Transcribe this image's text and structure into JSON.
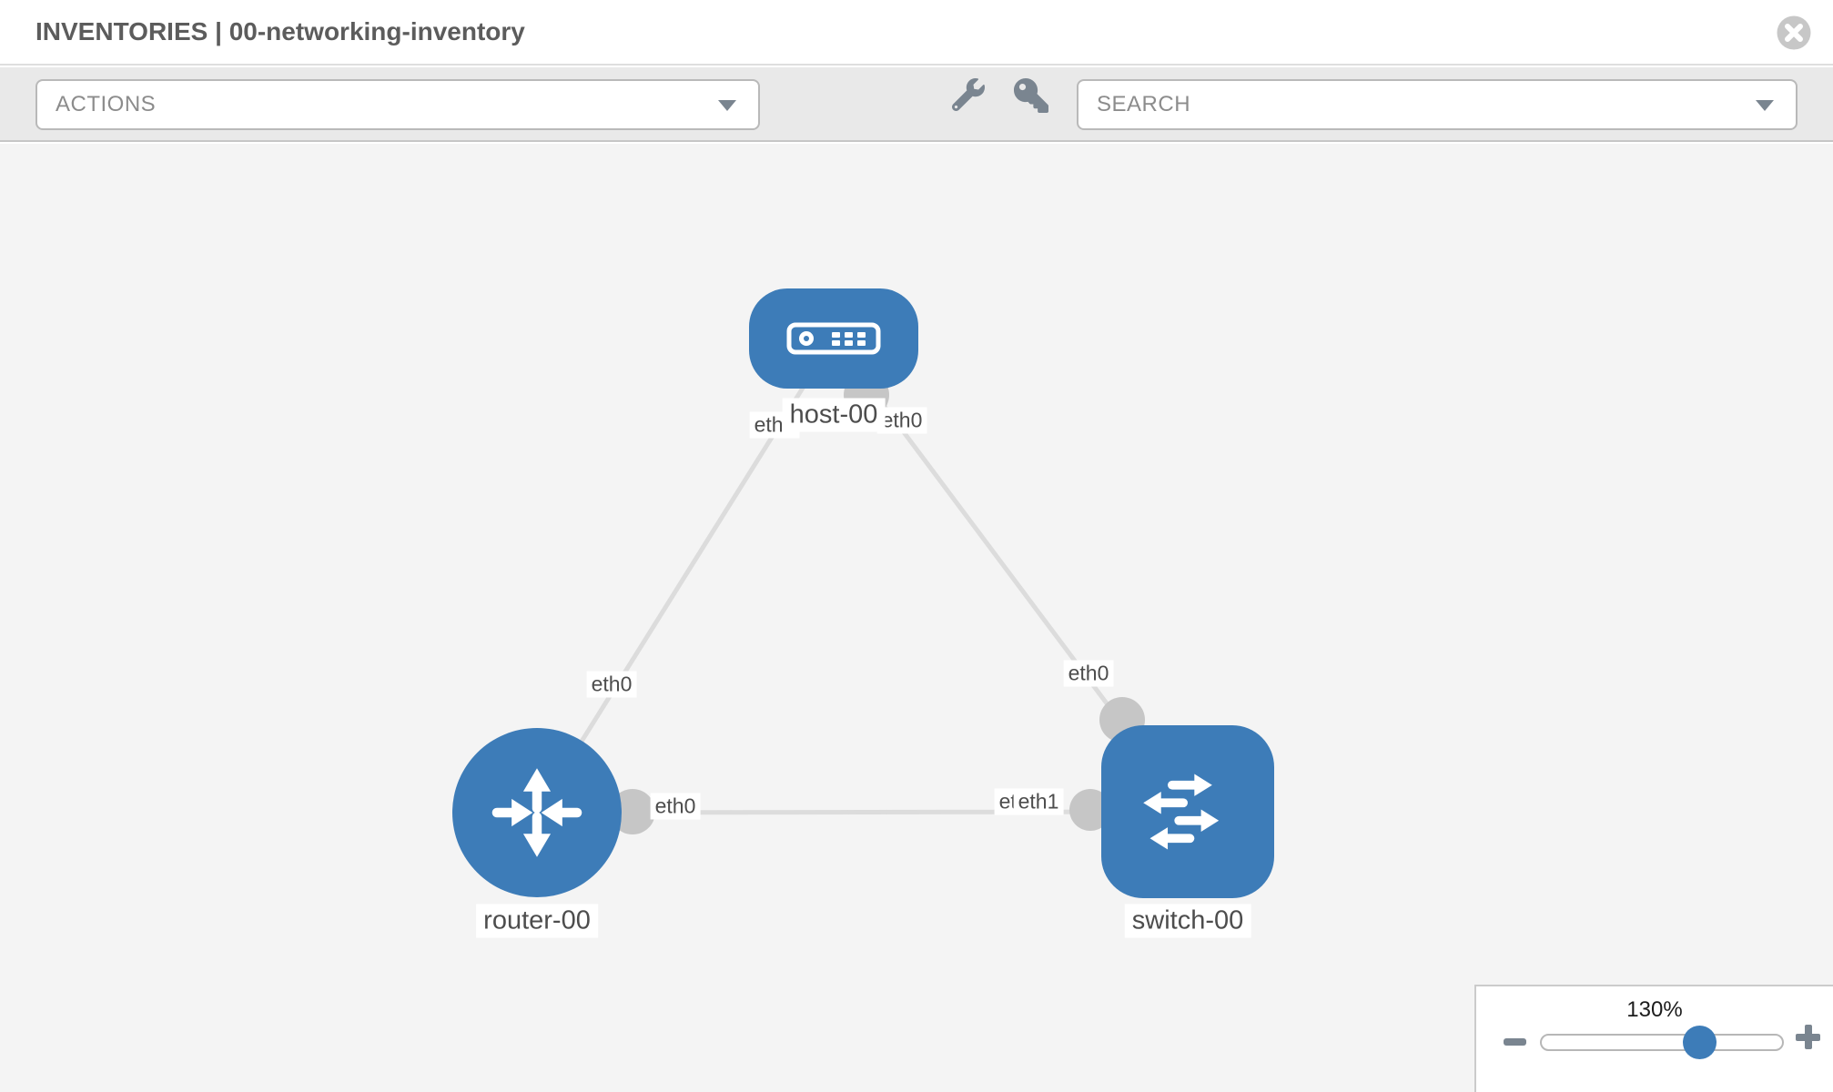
{
  "header": {
    "title": "INVENTORIES | 00-networking-inventory"
  },
  "toolbar": {
    "actions_label": "ACTIONS",
    "search_placeholder": "SEARCH",
    "icons": [
      "wrench-icon",
      "key-icon"
    ]
  },
  "topology": {
    "nodes": [
      {
        "id": "host-00",
        "type": "host",
        "label": "host-00"
      },
      {
        "id": "router-00",
        "type": "router",
        "label": "router-00"
      },
      {
        "id": "switch-00",
        "type": "switch",
        "label": "switch-00"
      }
    ],
    "links": [
      {
        "from": "host-00",
        "to": "router-00"
      },
      {
        "from": "host-00",
        "to": "switch-00"
      },
      {
        "from": "router-00",
        "to": "switch-00"
      }
    ],
    "port_labels": [
      {
        "text": "eth0"
      },
      {
        "text": "eth0"
      },
      {
        "text": "eth0"
      },
      {
        "text": "eth0"
      },
      {
        "text": "eth0"
      },
      {
        "text": "eth0"
      },
      {
        "text": "eth1"
      }
    ]
  },
  "zoom_control": {
    "value": "130%",
    "minus_label": "zoom out",
    "plus_label": "zoom in"
  },
  "colors": {
    "node_blue": "#3d7cb8",
    "link_gray": "#dcdcdc",
    "interface_gray": "#c6c6c6",
    "toolbar_gray": "#e9e9e9",
    "canvas_gray": "#f4f4f4"
  }
}
